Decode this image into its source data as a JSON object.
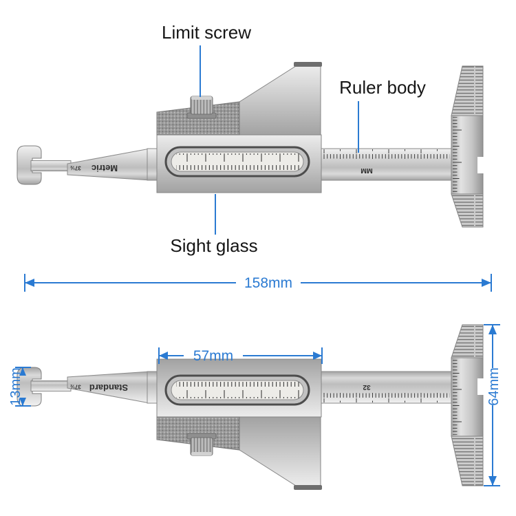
{
  "annotations": {
    "limit_screw": "Limit screw",
    "ruler_body": "Ruler body",
    "sight_glass": "Sight glass"
  },
  "dimensions": {
    "total_length": "158mm",
    "slider_body_width": "57mm",
    "jaw_height": "13mm",
    "base_length": "64mm"
  },
  "caliper_top": {
    "scale_label": "Metric",
    "angle_mark": "37½",
    "unit_label": "MM"
  },
  "caliper_bottom": {
    "scale_label": "Standard",
    "angle_mark": "37½",
    "ruler_number": "32"
  },
  "colors": {
    "annotation_blue": "#2a7ad2",
    "label_text": "#161616"
  }
}
